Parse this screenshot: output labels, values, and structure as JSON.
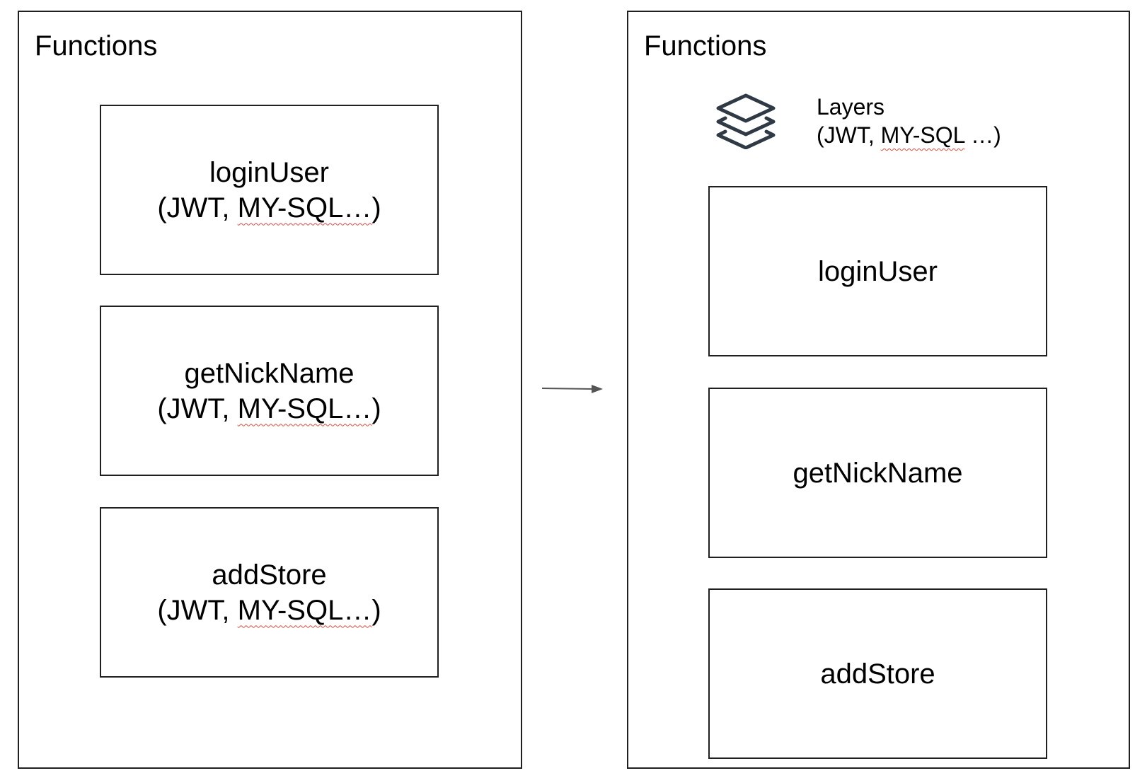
{
  "left_panel": {
    "title": "Functions",
    "boxes": [
      {
        "name": "loginUser",
        "deps_open": "(JWT, ",
        "deps_flagged": "MY-SQL…",
        "deps_close": ")"
      },
      {
        "name": "getNickName",
        "deps_open": "(JWT, ",
        "deps_flagged": "MY-SQL…",
        "deps_close": ")"
      },
      {
        "name": "addStore",
        "deps_open": "(JWT, ",
        "deps_flagged": "MY-SQL…",
        "deps_close": ")"
      }
    ]
  },
  "right_panel": {
    "title": "Functions",
    "layers": {
      "icon": "layers-icon",
      "label_line1": "Layers",
      "label_line2_open": "(JWT, ",
      "label_line2_flagged": "MY-SQL",
      "label_line2_close": " …)"
    },
    "boxes": [
      {
        "name": "loginUser"
      },
      {
        "name": "getNickName"
      },
      {
        "name": "addStore"
      }
    ]
  },
  "connector": {
    "icon": "arrow-right-icon"
  },
  "colors": {
    "border": "#202020",
    "arrow": "#555555",
    "spellcheck_underline": "#e04b3f",
    "icon_stroke": "#2f3a45"
  }
}
